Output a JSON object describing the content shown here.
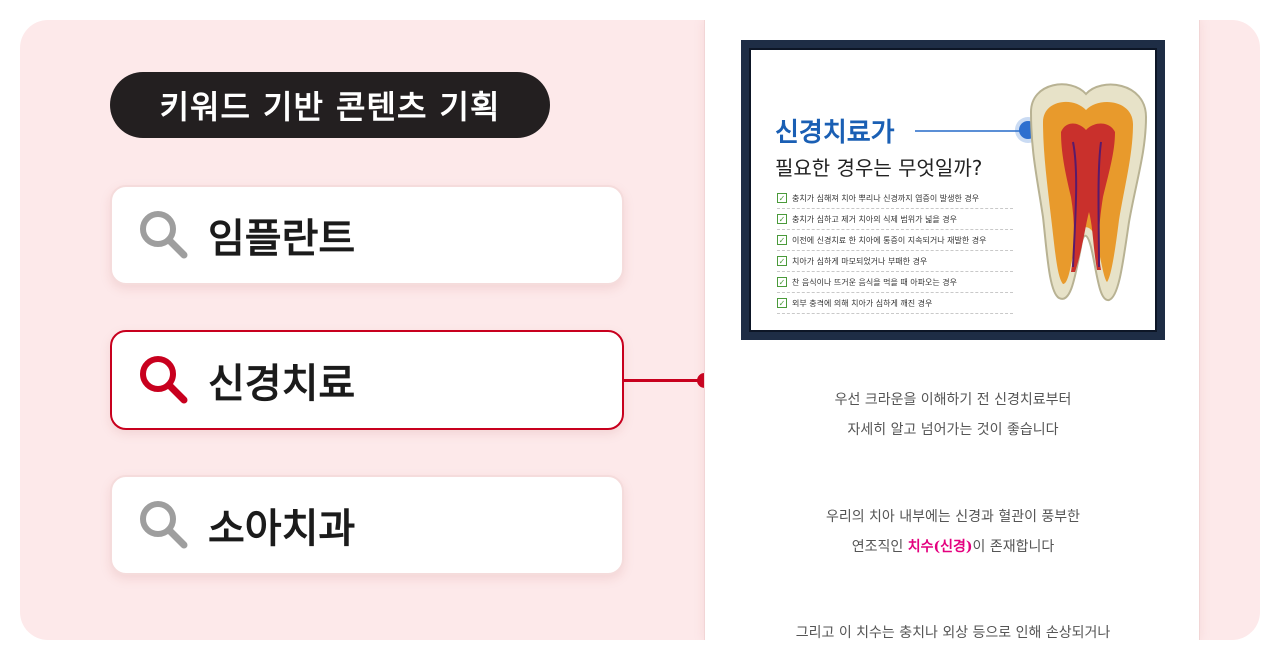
{
  "title": "키워드 기반 콘텐츠 기획",
  "keywords": [
    {
      "label": "임플란트",
      "active": false
    },
    {
      "label": "신경치료",
      "active": true
    },
    {
      "label": "소아치과",
      "active": false
    }
  ],
  "colors": {
    "background": "#fde9ea",
    "accent": "#c8001e",
    "title_pill": "#231f20",
    "inactive_icon": "#9e9e9e",
    "highlight": "#e4007f"
  },
  "icons": {
    "keyword": "magnifying-glass-icon",
    "check": "checkbox-checked-icon",
    "illustration": "tooth-cross-section"
  },
  "document": {
    "banner": {
      "title": "신경치료가",
      "subtitle": "필요한 경우는 무엇일까?",
      "checklist": [
        "충치가 심해져 치아 뿌리나 신경까지 염증이 발생한 경우",
        "충치가 심하고 제거 치아의 식제 범위가 넓을 경우",
        "이전에 신경치료 한 치아에 통증이 지속되거나 재발한 경우",
        "치아가 심하게 마모되었거나 부패한 경우",
        "찬 음식이나 뜨거운 음식을 먹을 때 아파오는 경우",
        "외부 충격에 의해 치아가 심하게 깨진 경우"
      ]
    },
    "paragraphs": {
      "p1_line1": "우선 크라운을 이해하기 전 신경치료부터",
      "p1_line2": "자세히 알고 넘어가는 것이 좋습니다",
      "p2_line1": "우리의 치아 내부에는 신경과 혈관이 풍부한",
      "p2_line2_before": "연조직인 ",
      "p2_line2_highlight": "치수(신경)",
      "p2_line2_after": "이 존재합니다",
      "p3_line1": "그리고 이 치수는 충치나 외상 등으로 인해 손상되거나"
    }
  }
}
